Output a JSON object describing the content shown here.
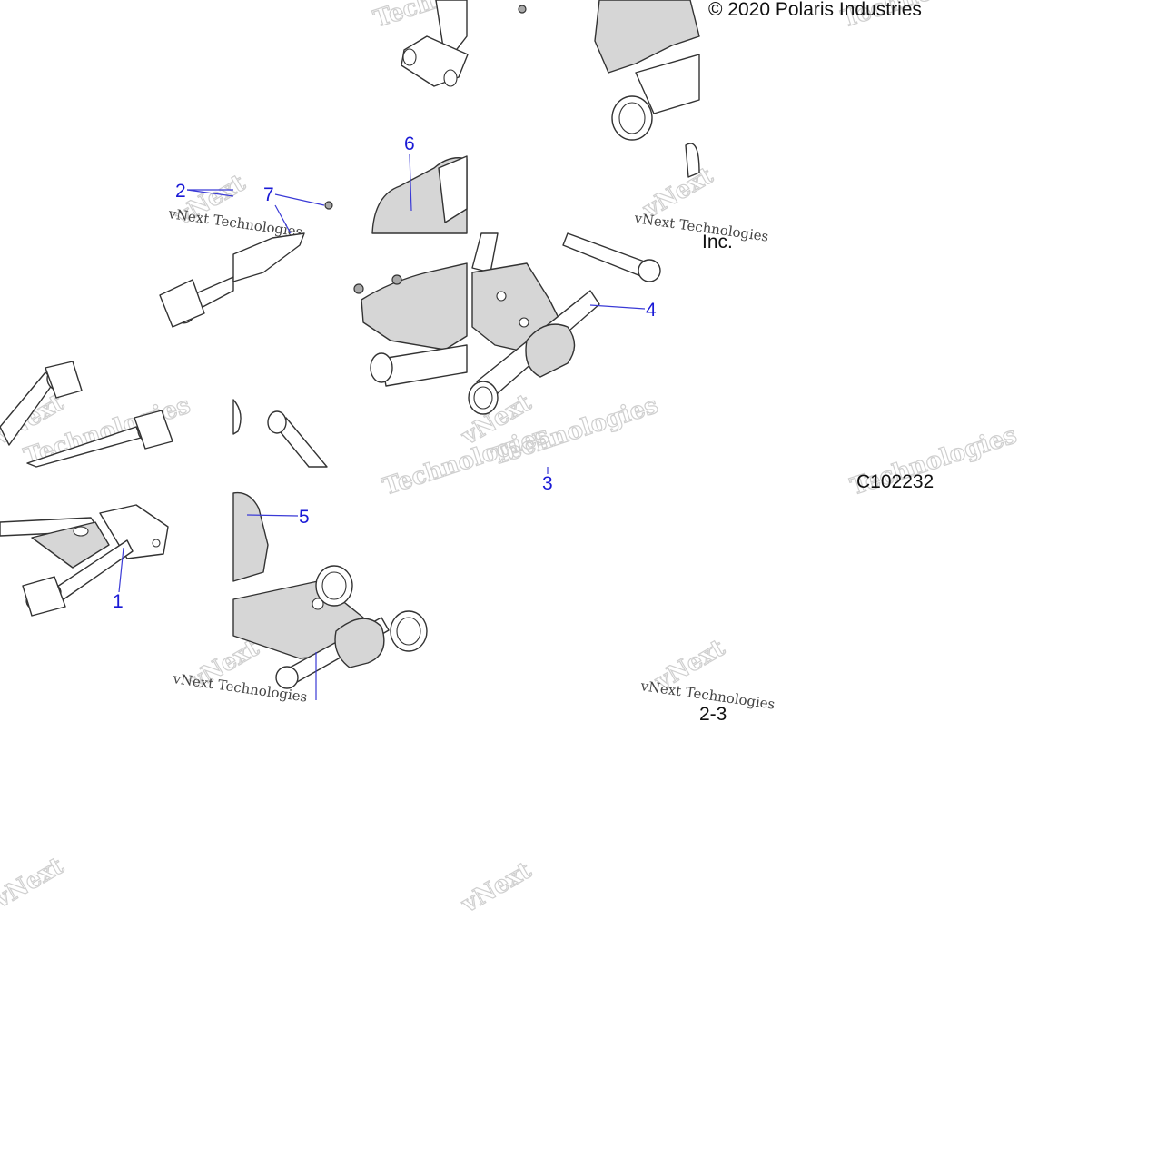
{
  "copyright": "© 2020 Polaris Industries",
  "copyright_tail": "Inc.",
  "diagram_code": "C102232",
  "page_fragment": "2-3",
  "watermark": {
    "brand_lines": [
      "vNext",
      "Technologies"
    ],
    "small_text": "vNext Technologies"
  },
  "callouts": [
    {
      "id": "1",
      "label": "1"
    },
    {
      "id": "2",
      "label": "2"
    },
    {
      "id": "3",
      "label": "3"
    },
    {
      "id": "4",
      "label": "4"
    },
    {
      "id": "5",
      "label": "5"
    },
    {
      "id": "6",
      "label": "6"
    },
    {
      "id": "7",
      "label": "7"
    }
  ],
  "colors": {
    "callout": "#1a1ad6",
    "line": "#333333",
    "shade": "#d6d6d6"
  }
}
